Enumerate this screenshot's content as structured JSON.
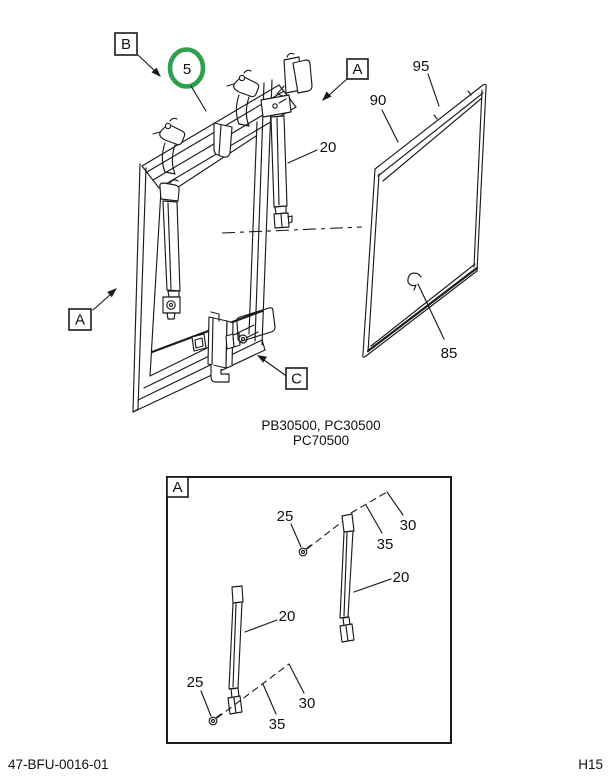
{
  "page": {
    "background_color": "#ffffff",
    "line_color": "#1b1b1b",
    "footer": {
      "doc_number": "47-BFU-0016-01",
      "page_code": "H15"
    }
  },
  "main_view": {
    "caption": {
      "line1": "PB30500, PC30500",
      "line2": "PC70500"
    },
    "view_refs": {
      "b": "B",
      "a_top": "A",
      "a_left": "A",
      "c": "C"
    },
    "callouts": {
      "part5": "5",
      "part20": "20",
      "part85": "85",
      "part90": "90",
      "part95": "95"
    },
    "highlight": {
      "highlighted_part": "5",
      "color": "#2e9e4f"
    }
  },
  "detail_view": {
    "ref": "A",
    "callouts": {
      "upper_bolt_25": "25",
      "upper_bracket_30": "30",
      "upper_stud_35": "35",
      "upper_strut_20": "20",
      "lower_strut_20": "20",
      "lower_bolt_25": "25",
      "lower_bracket_30": "30",
      "lower_stud_35": "35"
    }
  }
}
